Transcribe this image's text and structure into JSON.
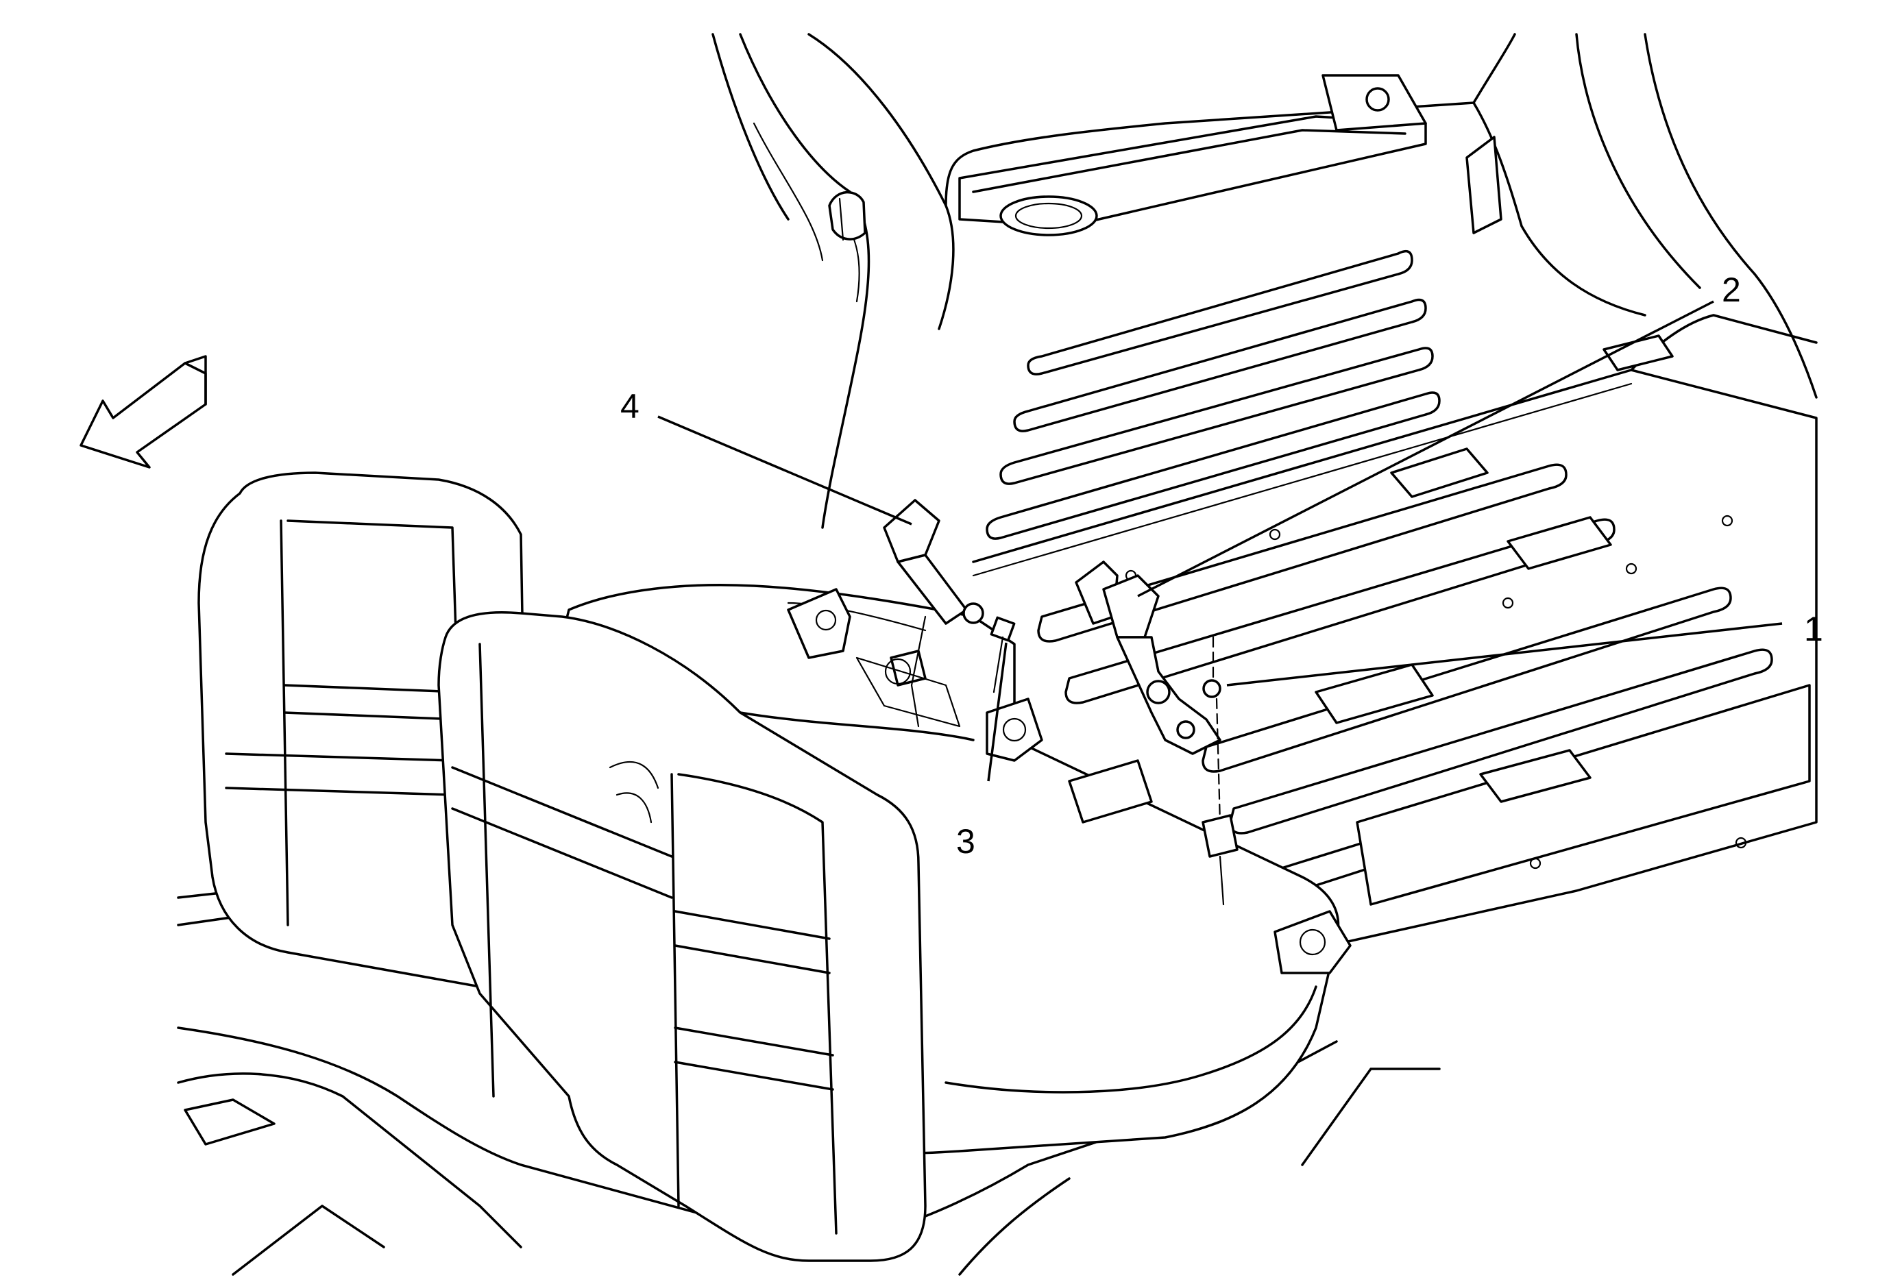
{
  "callouts": {
    "c1": "1",
    "c2": "2",
    "c3": "3",
    "c4": "4"
  },
  "colors": {
    "stroke": "#000000",
    "background": "#ffffff"
  },
  "icons": {
    "direction_arrow": "front-direction-arrow-icon"
  }
}
